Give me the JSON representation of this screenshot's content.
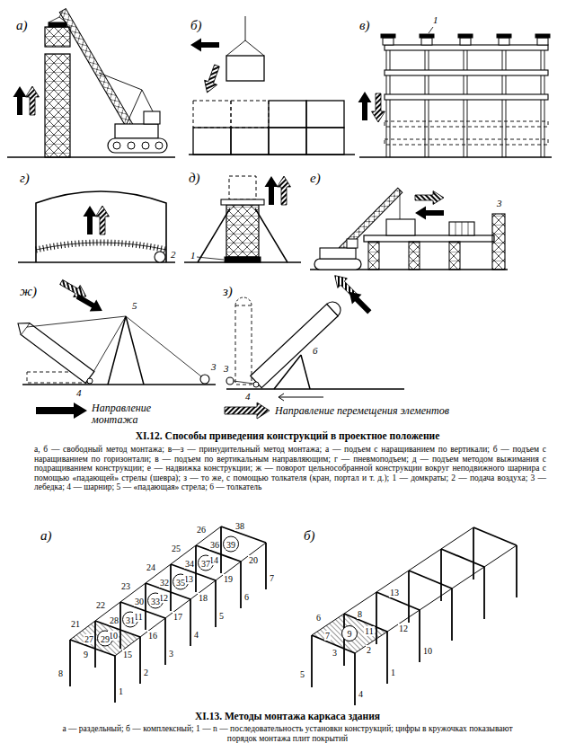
{
  "diagram": {
    "labels": [
      "а)",
      "б)",
      "в)",
      "1",
      "г)",
      "2",
      "д)",
      "1",
      "е)",
      "3",
      "ж)",
      "5",
      "4",
      "3",
      "з)",
      "6",
      "3",
      "4",
      "XI.12. Способы приведения конструкций в проектное положение",
      "а, б — свободный метод монтажа; в—з — принудительный метод монтажа; а — подъем с наращиванием по вертикали; б — подъем с наращиванием по горизонтали; в — подъем по вертикальным направляющим; г — пневмоподъем; д — подъем методом выжимания с подращиванием конструкции; е — надвижка конструкции; ж — поворот цельнособранной конструкции вокруг неподвижного шарнира с помощью «падающей» стрелы (шевра); з — то же, с помощью толкателя (кран, портал и т. д.); 1 — домкраты; 2 — подача воздуха; 3 — лебедка; 4 — шарнир; 5 — «падающая» стрела; 6 — толкатель",
      "а)",
      "1",
      "2",
      "3",
      "4",
      "5",
      "6",
      "7",
      "8",
      "9",
      "10",
      "11",
      "12",
      "13",
      "14",
      "15",
      "16",
      "17",
      "18",
      "19",
      "20",
      "21",
      "22",
      "23",
      "24",
      "25",
      "26",
      "27",
      "28",
      "29",
      "30",
      "31",
      "32",
      "33",
      "34",
      "35",
      "36",
      "37",
      "38",
      "39",
      "б)",
      "1",
      "2",
      "3",
      "4",
      "5",
      "6",
      "7",
      "8",
      "9",
      "10",
      "11",
      "12",
      "13",
      "XI.13. Методы монтажа каркаса здания",
      "а — раздельный; б — комплексный; 1 — n — последовательность установки конструкций; цифры в кружочках показывают порядок монтажа плит покрытий"
    ],
    "legend": [
      {
        "text": "Направление монтажа"
      },
      {
        "text": "Направление перемещения элементов"
      }
    ]
  }
}
